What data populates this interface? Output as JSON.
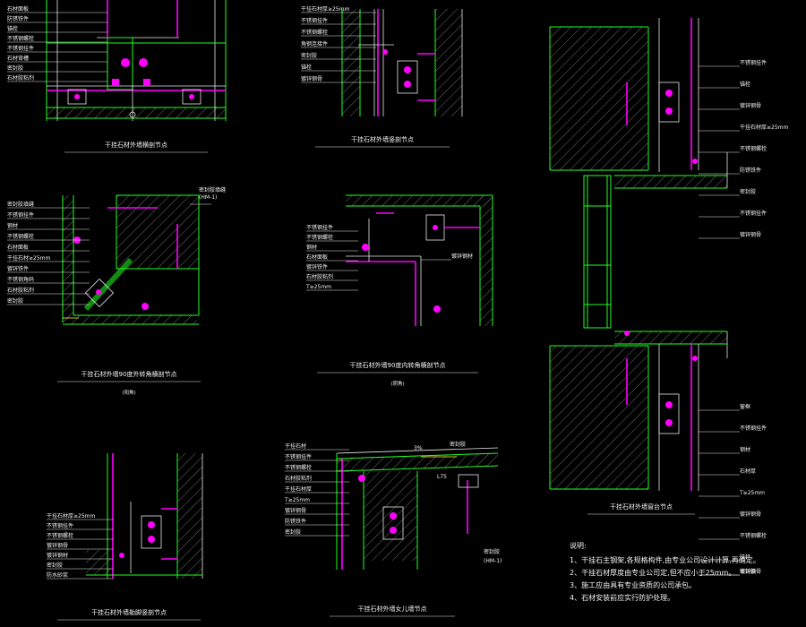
{
  "details": {
    "d1": {
      "title": "干挂石材外墙横剖节点",
      "labels": [
        "石材面板",
        "防锈铁件",
        "锚栓",
        "不锈钢螺栓",
        "不锈钢挂件",
        "石材背槽",
        "密封胶",
        "石材胶粘剂"
      ]
    },
    "d2": {
      "title": "干挂石材外墙竖剖节点",
      "labels": [
        "干挂石材厚≥25mm",
        "不锈钢挂件",
        "不锈钢螺栓",
        "角钢连接件",
        "密封胶",
        "锚栓",
        "镀锌钢骨"
      ]
    },
    "d3": {
      "title": "干挂石材外墙90度外转角横剖节点",
      "sub": "(阳角)",
      "labels": [
        "密封胶填缝",
        "不锈钢挂件",
        "钢材",
        "不锈钢螺栓",
        "石材面板",
        "干挂石材≥25mm",
        "镀锌铁件",
        "不锈钢角码",
        "石材胶粘剂",
        "密封胶"
      ],
      "right_labels": [
        "密封胶填缝",
        "(HM-1)"
      ]
    },
    "d4": {
      "title": "干挂石材外墙90度内转角横剖节点",
      "sub": "(阴角)",
      "labels": [
        "不锈钢挂件",
        "不锈钢螺栓",
        "钢材",
        "石材面板",
        "镀锌铁件",
        "石材胶粘剂",
        "T≥25mm"
      ],
      "right_labels": [
        "镀锌钢材"
      ]
    },
    "d5": {
      "title": "干挂石材外墙勒脚竖剖节点",
      "labels": [
        "干挂石材厚≥25mm",
        "不锈钢挂件",
        "不锈钢螺栓",
        "镀锌钢骨",
        "镀锌钢材",
        "密封胶",
        "防水砂浆"
      ]
    },
    "d6": {
      "title": "干挂石材外墙女儿墙节点",
      "labels": [
        "干挂石材",
        "不锈钢挂件",
        "不锈钢螺栓",
        "石材胶粘剂",
        "干挂石材厚",
        "T≥25mm",
        "镀锌钢骨",
        "防锈铁件",
        "密封胶"
      ],
      "marks": [
        "3%",
        "L75",
        "密封胶",
        "(HM-1)"
      ]
    },
    "d7": {
      "title": "干挂石材外墙窗台节点",
      "labels": [
        "不锈钢挂件",
        "锚栓",
        "镀锌钢骨",
        "干挂石材厚≥25mm",
        "不锈钢螺栓",
        "防锈铁件",
        "密封胶",
        "不锈钢挂件",
        "镀锌钢骨",
        "窗框",
        "不锈钢挂件",
        "钢材",
        "石材厚",
        "T≥25mm",
        "镀锌钢骨",
        "不锈钢螺栓",
        "锚栓",
        "密封胶",
        "镀锌钢骨"
      ]
    }
  },
  "notes": {
    "heading": "说明:",
    "items": [
      "1、干挂石主钢架,各规格构件,由专业公司设计计算,再确定。",
      "2、干挂石材厚度由专业公司定,但不应小于25mm。",
      "3、施工应由具有专业资质的公司承包。",
      "4、石材安装前应实行防护处理。"
    ]
  },
  "colors": {
    "background": "#000000",
    "structure": "#21ff21",
    "fixing": "#ff00ff",
    "text": "#f2f2f2",
    "accent": "#ffff33"
  }
}
